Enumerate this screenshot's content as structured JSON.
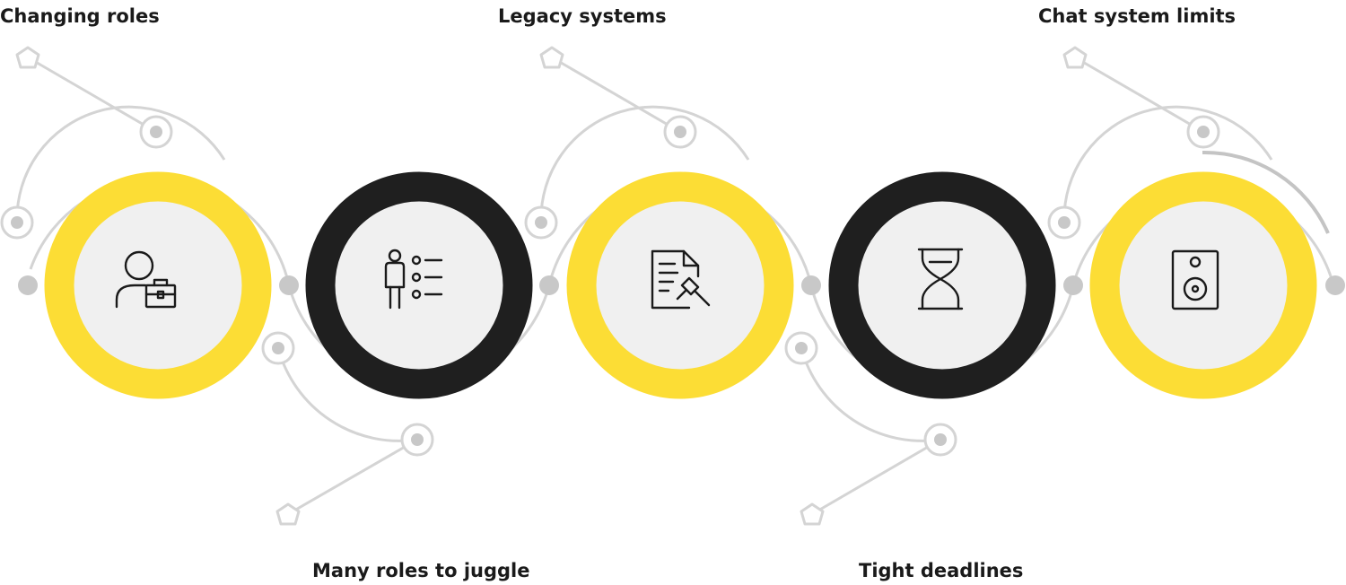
{
  "diagram": {
    "steps": [
      {
        "label": "Changing roles",
        "ring": "yellow",
        "icon": "user-briefcase-icon"
      },
      {
        "label": "Many roles to juggle",
        "ring": "dark",
        "icon": "person-list-icon"
      },
      {
        "label": "Legacy systems",
        "ring": "yellow",
        "icon": "document-stamp-icon"
      },
      {
        "label": "Tight deadlines",
        "ring": "dark",
        "icon": "hourglass-icon"
      },
      {
        "label": "Chat system limits",
        "ring": "yellow",
        "icon": "speaker-icon"
      }
    ]
  },
  "colors": {
    "yellow": "#fcdd35",
    "dark": "#1f1f1f",
    "connector": "#d4d4d4",
    "disc": "#f0f0f0"
  }
}
